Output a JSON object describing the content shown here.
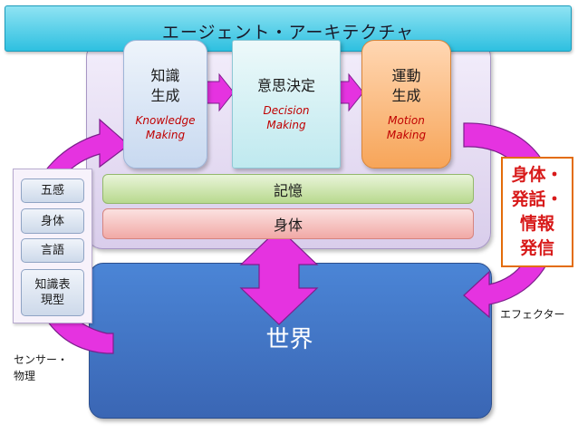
{
  "title": "エージェント・アーキテクチャ",
  "processes": [
    {
      "jp": "知識\n生成",
      "en": "Knowledge\nMaking"
    },
    {
      "jp": "意思決定",
      "en": "Decision\nMaking"
    },
    {
      "jp": "運動\n生成",
      "en": "Motion\nMaking"
    }
  ],
  "memory": "記憶",
  "body": "身体",
  "world": "世界",
  "sensors": [
    "五感",
    "身体",
    "言語",
    "知識表\n現型"
  ],
  "output": "身体・\n発話・\n情報\n発信",
  "effector_label": "エフェクター",
  "sensor_label": "センサー・\n物理",
  "colors": {
    "arrow": "#e533e0",
    "banner": "#2ec0e0",
    "world": "#3f73c3",
    "motion": "#f7a559",
    "output_text": "#d81a1a"
  }
}
